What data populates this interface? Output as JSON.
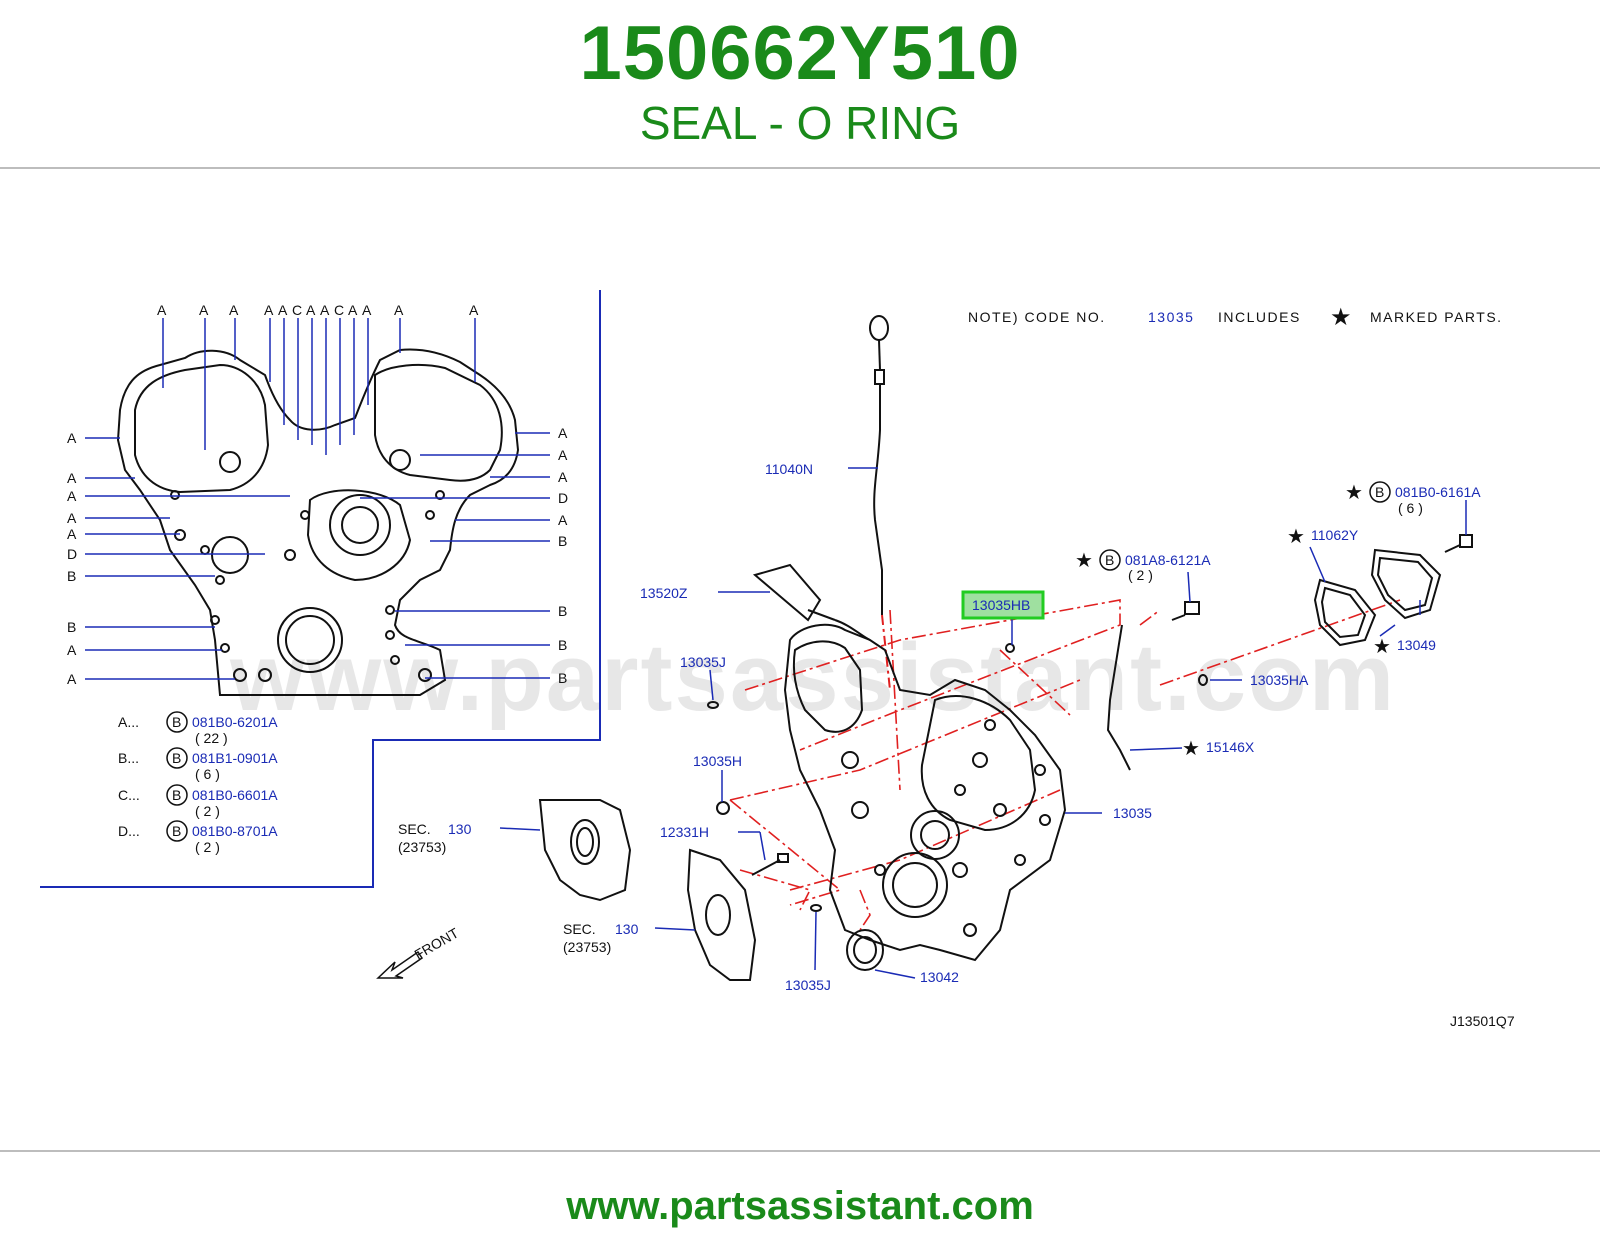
{
  "header": {
    "part_number": "150662Y510",
    "part_name": "SEAL - O RING"
  },
  "footer": {
    "url": "www.partsassistant.com"
  },
  "watermark": "www.partsassistant.com",
  "note": {
    "prefix": "NOTE)  CODE  NO.",
    "code": "13035",
    "middle": "INCLUDES",
    "suffix": "MARKED  PARTS."
  },
  "diagram_code": "J13501Q7",
  "detail_letters": {
    "top": [
      "A",
      "A",
      "A",
      "A",
      "A",
      "C",
      "A",
      "A",
      "C",
      "A",
      "A",
      "A",
      "A"
    ],
    "left": [
      "A",
      "A",
      "A",
      "A",
      "A",
      "D",
      "B",
      "B",
      "A",
      "A"
    ],
    "right": [
      "A",
      "A",
      "A",
      "D",
      "A",
      "B",
      "B",
      "B",
      "B"
    ]
  },
  "legend": [
    {
      "key": "A...",
      "badge": "B",
      "part": "081B0-6201A",
      "qty": "(  22  )"
    },
    {
      "key": "B...",
      "badge": "B",
      "part": "081B1-0901A",
      "qty": "(  6  )"
    },
    {
      "key": "C...",
      "badge": "B",
      "part": "081B0-6601A",
      "qty": "(  2  )"
    },
    {
      "key": "D...",
      "badge": "B",
      "part": "081B0-8701A",
      "qty": "(  2  )"
    }
  ],
  "callouts": {
    "dipstick": "11040N",
    "sealant": "13520Z",
    "highlight": "13035HB",
    "j_upper": "13035J",
    "h": "13035H",
    "ha": "13035HA",
    "pin_h": "12331H",
    "j_lower": "13035J",
    "seal": "13042",
    "cover": "13035",
    "tube": "15146X",
    "bolt_mid": "081A8-6121A",
    "bolt_mid_qty": "(  2  )",
    "bolt_right": "081B0-6161A",
    "bolt_right_qty": "(  6  )",
    "gasket_y": "11062Y",
    "cover_small": "13049",
    "badge": "B"
  },
  "sec_refs": [
    {
      "prefix": "SEC.",
      "num": "130",
      "sub": "(23753)"
    },
    {
      "prefix": "SEC.",
      "num": "130",
      "sub": "(23753)"
    }
  ],
  "front_label": "FRONT",
  "colors": {
    "brand_green": "#1a8a1a",
    "link_blue": "#1a2bb5",
    "highlight_green": "#22cc22",
    "highlight_fill": "#9fe0a0",
    "dashline_red": "#e02020"
  }
}
